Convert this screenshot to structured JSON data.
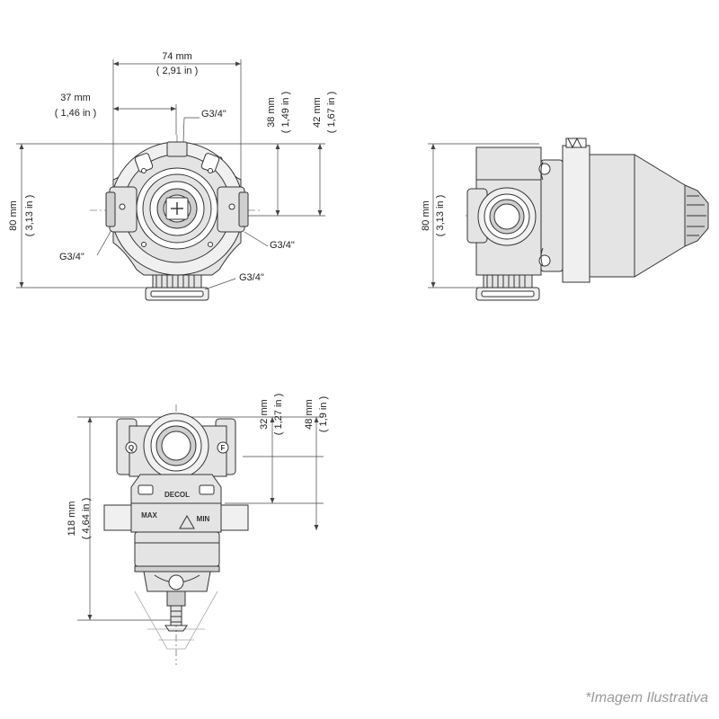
{
  "top_view": {
    "width_mm": "74 mm",
    "width_in": "( 2,91 in )",
    "offset_mm": "37 mm",
    "offset_in": "( 1,46 in )",
    "height_38_mm": "38 mm",
    "height_38_in": "( 1,49 in )",
    "height_42_mm": "42 mm",
    "height_42_in": "( 1,67 in )",
    "height_80_mm": "80 mm",
    "height_80_in": "( 3,13 in )",
    "thread_top": "G3/4\"",
    "thread_left": "G3/4\"",
    "thread_right": "G3/4\"",
    "thread_bottom": "G3/4\""
  },
  "side_view": {
    "height_80_mm": "80 mm",
    "height_80_in": "( 3,13 in )"
  },
  "front_view": {
    "height_32_mm": "32 mm",
    "height_32_in": "( 1,27 in )",
    "height_48_mm": "48 mm",
    "height_48_in": "( 1,9 in )",
    "height_118_mm": "118 mm",
    "height_118_in": "( 4,64 in )",
    "marks": {
      "left": "Q",
      "right": "F",
      "brand": "DECOL",
      "max": "MAX",
      "min": "MIN"
    }
  },
  "caption": "*Imagem Ilustrativa"
}
